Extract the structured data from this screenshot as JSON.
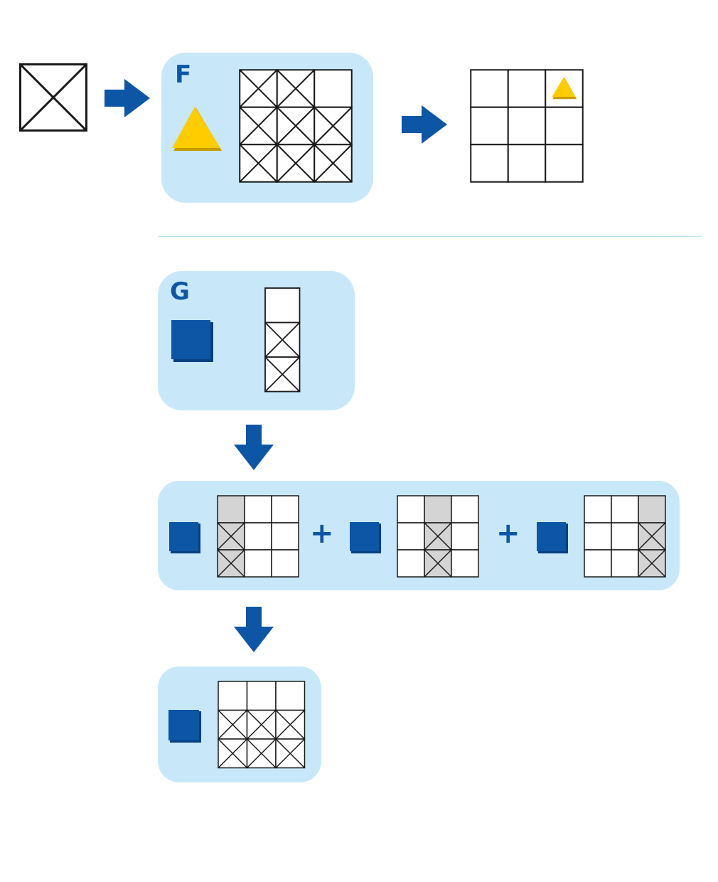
{
  "colors": {
    "panel": "#c8e8fa",
    "accent_blue": "#0d56a6",
    "triangle_yellow": "#ffcc00",
    "shade_gray": "#d4d4d4",
    "line": "#1a1a1a"
  },
  "icons": [
    "cross-square-icon",
    "arrow-right-icon",
    "arrow-down-icon",
    "triangle-tile-icon",
    "square-tile-icon",
    "plus-icon"
  ],
  "section_f": {
    "letter": "F",
    "grid_rows": 3,
    "grid_cols": 3,
    "crossed_cells": [
      [
        0,
        0
      ],
      [
        0,
        1
      ],
      [
        1,
        0
      ],
      [
        1,
        1
      ],
      [
        1,
        2
      ],
      [
        2,
        0
      ],
      [
        2,
        1
      ],
      [
        2,
        2
      ]
    ],
    "result_triangle_cell": [
      0,
      2
    ]
  },
  "section_g": {
    "letter": "G",
    "strip_crossed_cells": [
      1,
      2
    ],
    "parts": [
      {
        "shaded_col": 0,
        "crossed_rows": [
          1,
          2
        ]
      },
      {
        "shaded_col": 1,
        "crossed_rows": [
          1,
          2
        ]
      },
      {
        "shaded_col": 2,
        "crossed_rows": [
          1,
          2
        ]
      }
    ],
    "plus_sign": "+",
    "result_crossed_rows": [
      1,
      2
    ]
  }
}
